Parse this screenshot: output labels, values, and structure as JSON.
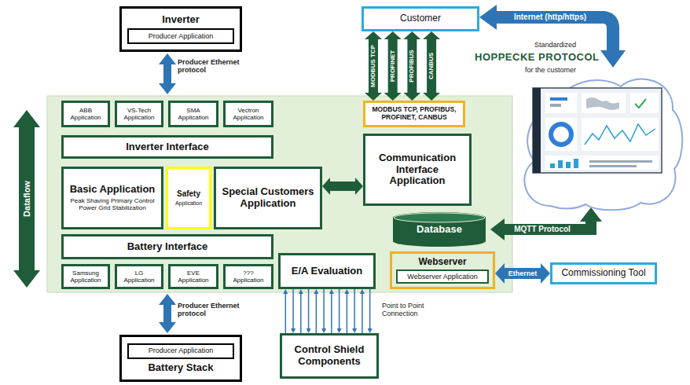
{
  "diagram": {
    "nodes": [
      {
        "text": [
          "Inverter"
        ]
      },
      {
        "text": [
          "Producer Application"
        ],
        "in": 0
      },
      {
        "text": [
          "Customer"
        ]
      },
      {
        "text": [
          "ABB Application"
        ]
      },
      {
        "text": [
          "VS-Tech Application"
        ]
      },
      {
        "text": [
          "SMA Application"
        ]
      },
      {
        "text": [
          "Vectron Application"
        ]
      },
      {
        "text": [
          "MODBUS TCP, PROFIBUS, PROFINET, CANBUS"
        ]
      },
      {
        "text": [
          "Inverter Interface"
        ]
      },
      {
        "text": [
          "Communication Interface Application"
        ]
      },
      {
        "text": [
          "Basic Application",
          "Peak Shaving Primary Control Power Grid Stabilization"
        ]
      },
      {
        "text": [
          "Safety",
          "Application"
        ]
      },
      {
        "text": [
          "Special Customers Application"
        ]
      },
      {
        "text": [
          "Database"
        ]
      },
      {
        "text": [
          "Battery Interface"
        ]
      },
      {
        "text": [
          "Webserver"
        ]
      },
      {
        "text": [
          "Webserver Application"
        ],
        "in": 15
      },
      {
        "text": [
          "Samsung Application"
        ]
      },
      {
        "text": [
          "LG Application"
        ]
      },
      {
        "text": [
          "EVE Application"
        ]
      },
      {
        "text": [
          "??? Application"
        ]
      },
      {
        "text": [
          "E/A Evaluation"
        ]
      },
      {
        "text": [
          "Commissioning Tool"
        ]
      },
      {
        "text": [
          "Control Shield Components"
        ]
      },
      {
        "text": [
          "Battery Stack"
        ]
      },
      {
        "text": [
          "Producer Application"
        ],
        "in": 24
      }
    ],
    "edges": [
      {
        "from": 2,
        "to": 7,
        "label": "MODBUS TCP",
        "arrow": "both"
      },
      {
        "from": 2,
        "to": 7,
        "label": "PROFINET",
        "arrow": "both"
      },
      {
        "from": 2,
        "to": 7,
        "label": "PROFIBUS",
        "arrow": "both"
      },
      {
        "from": 2,
        "to": 7,
        "label": "CANBUS",
        "arrow": "both"
      },
      {
        "from": 12,
        "to": 9,
        "arrow": "both"
      },
      {
        "from": 15,
        "to": 22,
        "label": "Ethernet",
        "arrow": "both"
      },
      {
        "from": 23,
        "to": 21,
        "arrow": "to"
      },
      {
        "from": 21,
        "to": 23,
        "arrow": "to"
      },
      {
        "from": 23,
        "to": 21,
        "arrow": "to"
      },
      {
        "from": 21,
        "to": 23,
        "arrow": "to"
      },
      {
        "from": 23,
        "to": 21,
        "arrow": "to"
      },
      {
        "from": 21,
        "to": 23,
        "arrow": "to"
      },
      {
        "from": 23,
        "to": 21,
        "arrow": "to"
      },
      {
        "from": 21,
        "to": 23,
        "arrow": "to"
      },
      {
        "from": 23,
        "to": 21,
        "arrow": "to"
      },
      {
        "from": 21,
        "to": 23,
        "arrow": "to"
      },
      {
        "from": 23,
        "to": 21,
        "arrow": "to"
      },
      {
        "from": 21,
        "to": 23,
        "arrow": "to"
      }
    ],
    "labels": [
      "Internet (http/https)",
      "Standardized",
      "HOPPECKE PROTOCOL",
      "for the customer",
      "Producer Ethernet protocol",
      "Dataflow",
      "MQTT Protocol",
      "Point to Point Connection",
      "Producer Ethernet protocol"
    ]
  }
}
